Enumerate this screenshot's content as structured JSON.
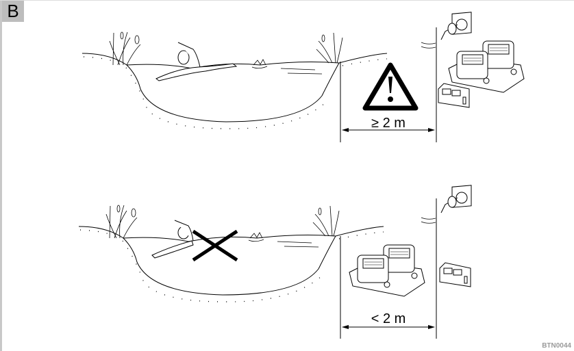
{
  "figure": {
    "panel_label": "B",
    "figure_code": "BTN0044"
  },
  "scenes": [
    {
      "distance_label": "≥ 2 m",
      "status": "allowed",
      "warning_icon": "warning-triangle-icon"
    },
    {
      "distance_label": "< 2 m",
      "status": "prohibited",
      "warning_icon": "cross-mark-icon"
    }
  ]
}
